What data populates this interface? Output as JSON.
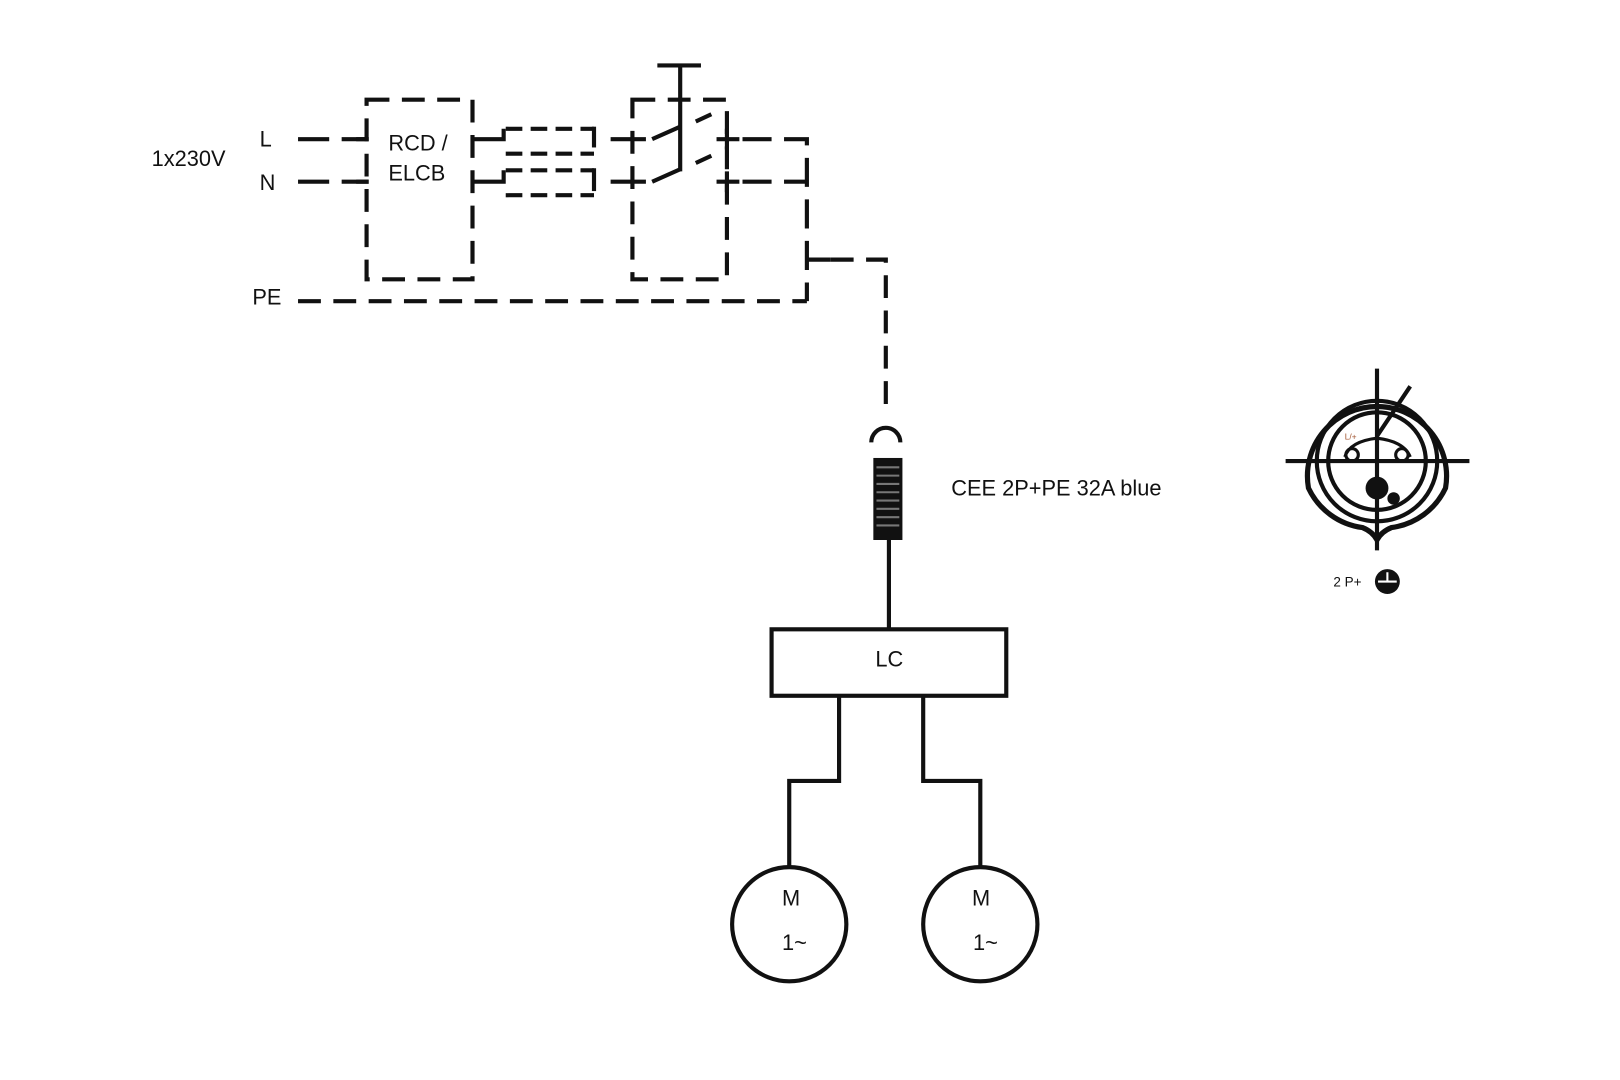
{
  "supply": {
    "voltage": "1x230V",
    "line": "L",
    "neutral": "N",
    "earth": "PE"
  },
  "rcd": {
    "line1": "RCD /",
    "line2": "ELCB"
  },
  "connector": {
    "label": "CEE 2P+PE 32A blue"
  },
  "controller": {
    "label": "LC"
  },
  "motors": [
    {
      "symbol": "M",
      "phase": "1~"
    },
    {
      "symbol": "M",
      "phase": "1~"
    }
  ],
  "socket": {
    "pin_label": "L/+",
    "caption": "2 P+"
  }
}
